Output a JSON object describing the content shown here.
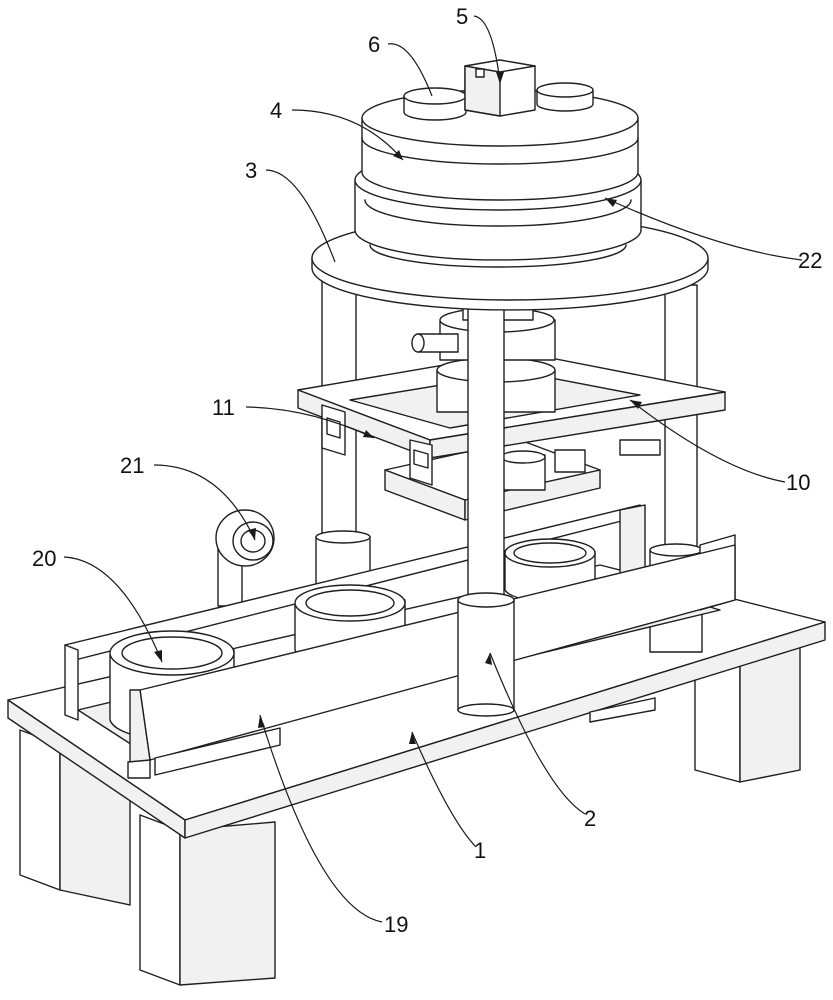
{
  "figure": {
    "title": "",
    "callouts": [
      {
        "id": "c5",
        "label": "5"
      },
      {
        "id": "c6",
        "label": "6"
      },
      {
        "id": "c4",
        "label": "4"
      },
      {
        "id": "c3",
        "label": "3"
      },
      {
        "id": "c22",
        "label": "22"
      },
      {
        "id": "c11",
        "label": "11"
      },
      {
        "id": "c10",
        "label": "10"
      },
      {
        "id": "c21",
        "label": "21"
      },
      {
        "id": "c20",
        "label": "20"
      },
      {
        "id": "c2",
        "label": "2"
      },
      {
        "id": "c1",
        "label": "1"
      },
      {
        "id": "c19",
        "label": "19"
      }
    ]
  },
  "colors": {
    "line": "#1f1f1f",
    "paper": "#ffffff"
  }
}
